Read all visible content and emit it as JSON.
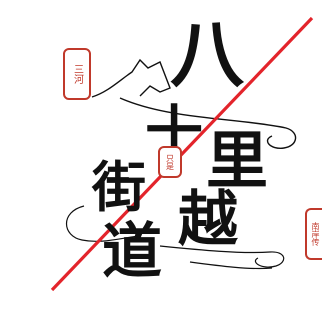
{
  "title_chars": [
    "八",
    "十",
    "里",
    "越",
    "街",
    "道"
  ],
  "seals": [
    "三河",
    "只是",
    "南岸传"
  ],
  "colors": {
    "ink": "#111111",
    "seal_red": "#c0392b",
    "slash_red": "#e3242b"
  }
}
